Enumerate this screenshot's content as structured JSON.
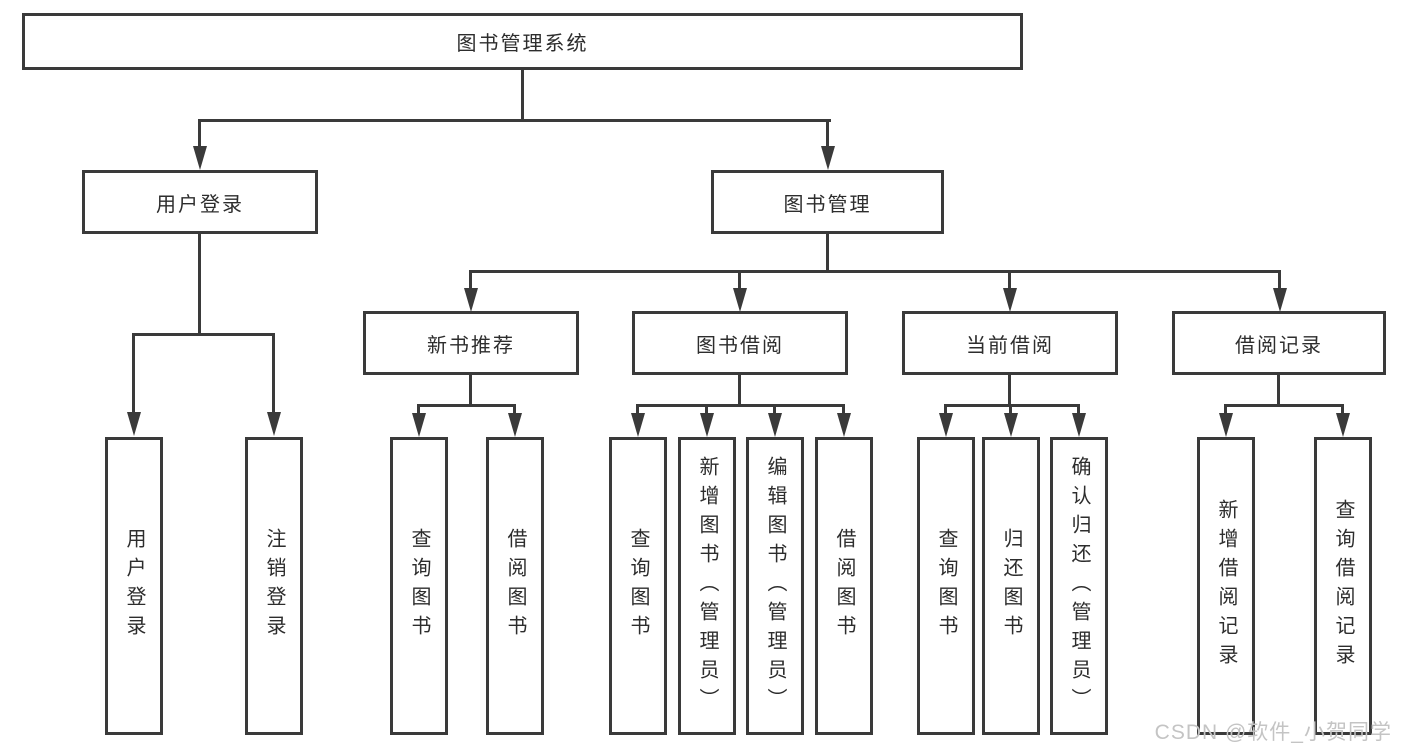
{
  "diagram": {
    "root": "图书管理系统",
    "branches": [
      {
        "label": "用户登录",
        "children": [
          "用户登录",
          "注销登录"
        ]
      },
      {
        "label": "图书管理",
        "groups": [
          {
            "label": "新书推荐",
            "children": [
              "查询图书",
              "借阅图书"
            ]
          },
          {
            "label": "图书借阅",
            "children": [
              "查询图书",
              "新增图书（管理员）",
              "编辑图书（管理员）",
              "借阅图书"
            ]
          },
          {
            "label": "当前借阅",
            "children": [
              "查询图书",
              "归还图书",
              "确认归还（管理员）"
            ]
          },
          {
            "label": "借阅记录",
            "children": [
              "新增借阅记录",
              "查询借阅记录"
            ]
          }
        ]
      }
    ]
  },
  "watermark": {
    "text": "CSDN @软件_小贺同学"
  },
  "colors": {
    "line": "#3a3a3a",
    "box_border": "#3a3a3a",
    "box_fill": "#ffffff",
    "text": "#2d2d2d",
    "watermark": "#c4c4c4",
    "background": "#ffffff"
  }
}
